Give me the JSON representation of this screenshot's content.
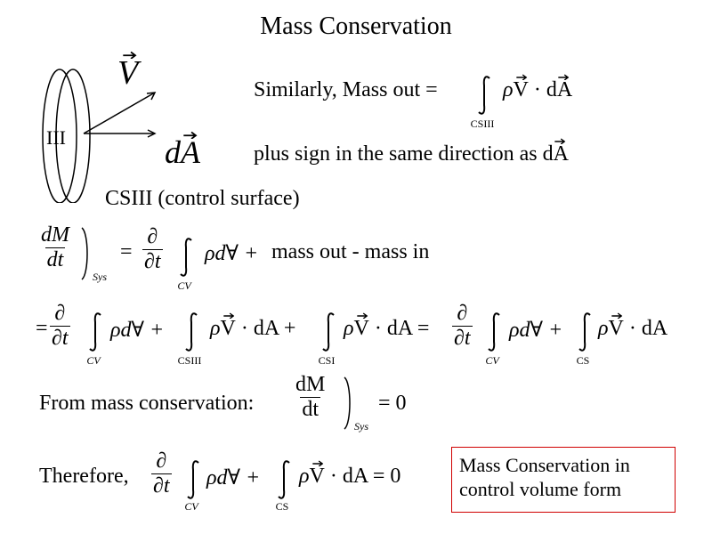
{
  "slide": {
    "title": "Mass Conservation",
    "diagram": {
      "region_label": "III",
      "velocity_label": "V",
      "area_label": "dA",
      "surface_label": "CSIII (control surface)"
    },
    "line_mass_out": {
      "prefix": "Similarly, Mass out =",
      "integral_sub": "CSIII",
      "integrand_rho": "ρ",
      "integrand_v": "V",
      "dot": "·",
      "integrand_da": "dA"
    },
    "line_plus_sign": {
      "text": "plus sign in the same direction as",
      "da": "dA"
    },
    "eq_system": {
      "num": "dM",
      "den": "dt",
      "sub": "Sys",
      "equals": "=",
      "partial_num": "∂",
      "partial_den": "∂t",
      "cv": "CV",
      "integrand": "ρd∀ +",
      "tail": "mass out - mass in"
    },
    "eq_expanded": {
      "lead": "=",
      "partial_num": "∂",
      "partial_den": "∂t",
      "cv1": "CV",
      "term1": "ρd∀ +",
      "cs3": "CSIII",
      "term2_rho": "ρ",
      "term2_v": "V",
      "term2_rest": "· dA +",
      "cs1": "CSI",
      "term3_rho": "ρ",
      "term3_v": "V",
      "term3_rest": "· dA =",
      "partial_num2": "∂",
      "partial_den2": "∂t",
      "cv2": "CV",
      "term4": "ρd∀ +",
      "cs": "CS",
      "term5_rho": "ρ",
      "term5_v": "V",
      "term5_rest": "· dA"
    },
    "eq_conservation": {
      "prefix": "From mass conservation:",
      "num": "dM",
      "den": "dt",
      "sub": "Sys",
      "tail": "= 0"
    },
    "eq_therefore": {
      "prefix": "Therefore,",
      "partial_num": "∂",
      "partial_den": "∂t",
      "cv": "CV",
      "term1": "ρd∀ +",
      "cs": "CS",
      "term2_rho": "ρ",
      "term2_v": "V",
      "term2_rest": "· dA = 0"
    },
    "note": {
      "line1": "Mass Conservation in",
      "line2": "control volume form",
      "border_color": "#d00000"
    }
  }
}
